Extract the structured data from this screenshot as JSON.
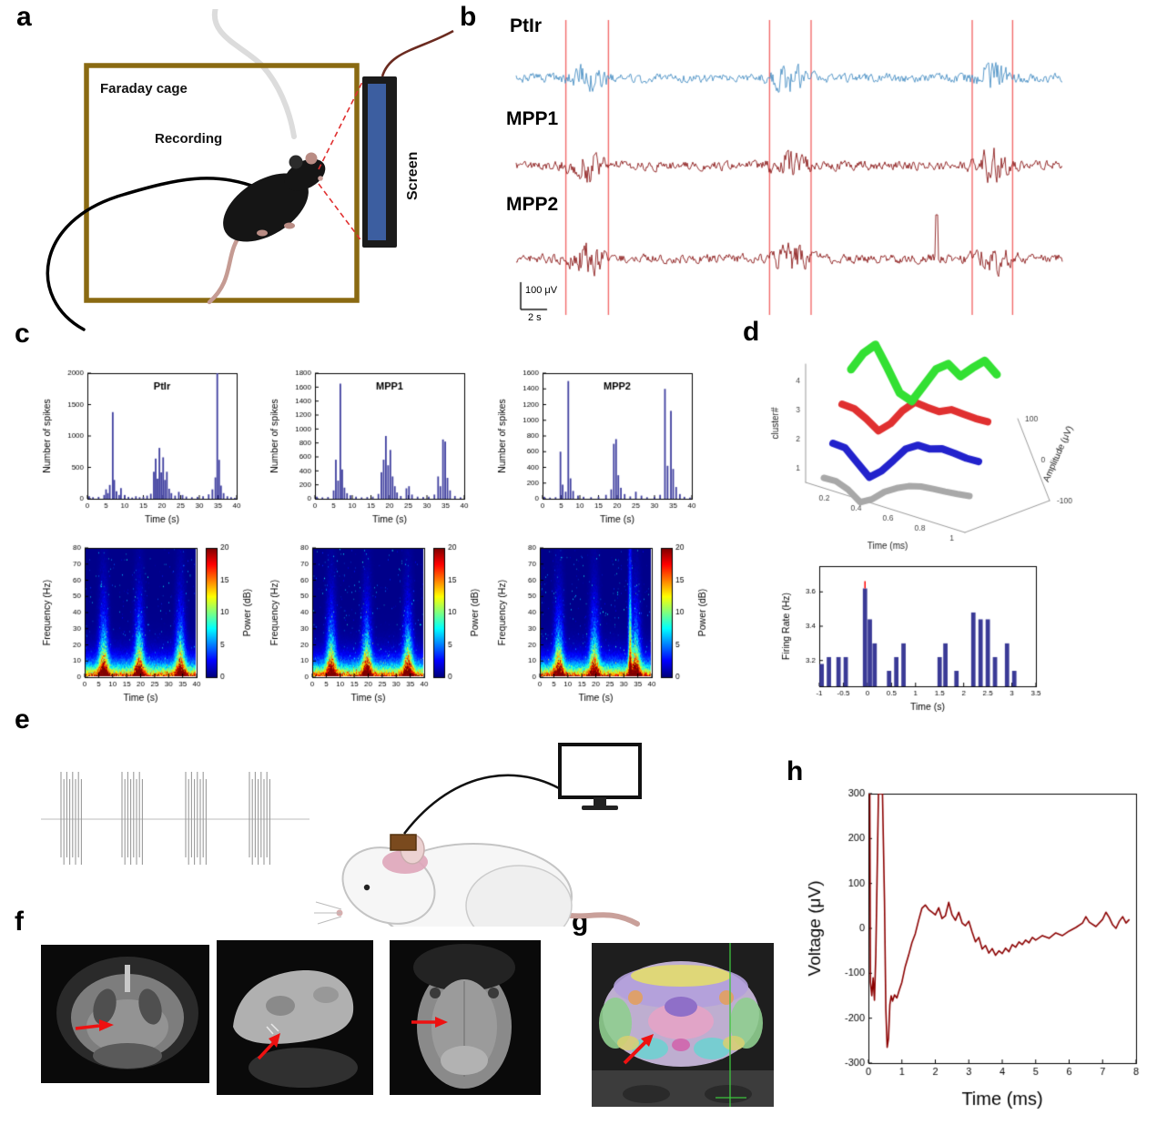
{
  "panels": {
    "a": {
      "tag": "a",
      "cage_label": "Faraday cage",
      "recording_label": "Recording",
      "screen_label": "Screen"
    },
    "b": {
      "tag": "b",
      "trace_labels": [
        "PtIr",
        "MPP1",
        "MPP2"
      ],
      "scale_voltage": "100 μV",
      "scale_time": "2 s"
    },
    "c": {
      "tag": "c"
    },
    "d": {
      "tag": "d"
    },
    "e": {
      "tag": "e",
      "pulse_centers": [
        48,
        115,
        185,
        255
      ]
    },
    "f": {
      "tag": "f"
    },
    "g": {
      "tag": "g"
    },
    "h": {
      "tag": "h"
    }
  },
  "chart_data": [
    {
      "id": "raw_traces",
      "type": "line",
      "description": "Raw extracellular recordings with visual stimulation events",
      "traces": [
        {
          "name": "PtIr",
          "color": "#4a90c4",
          "seed": 101
        },
        {
          "name": "MPP1",
          "color": "#8b1a1a",
          "seed": 202
        },
        {
          "name": "MPP2",
          "color": "#8b1a1a",
          "seed": 303,
          "solo_spike_frac": 0.77
        }
      ],
      "event_line_fracs": [
        0.091,
        0.169,
        0.464,
        0.54,
        0.835,
        0.909
      ],
      "burst_fracs": [
        0.13,
        0.5,
        0.872
      ],
      "burst_gain": 2.8,
      "event_color": "#f26a6a",
      "scale_voltage": "100 μV",
      "scale_time": "2 s"
    },
    {
      "id": "spikes_ptir",
      "type": "bar",
      "title": "PtIr",
      "xlabel": "Time (s)",
      "ylabel": "Number of spikes",
      "xlim": [
        0,
        40
      ],
      "ylim": [
        0,
        2000
      ],
      "xticks": [
        0,
        5,
        10,
        15,
        20,
        25,
        30,
        35,
        40
      ],
      "yticks": [
        0,
        500,
        1000,
        1500,
        2000
      ],
      "bar_color": "#3f3f9f",
      "bars": [
        [
          0.5,
          40
        ],
        [
          1.5,
          25
        ],
        [
          3,
          30
        ],
        [
          4.5,
          60
        ],
        [
          5,
          150
        ],
        [
          5.5,
          90
        ],
        [
          6,
          220
        ],
        [
          6.8,
          1380
        ],
        [
          7.2,
          300
        ],
        [
          7.8,
          120
        ],
        [
          8.5,
          60
        ],
        [
          9,
          170
        ],
        [
          10,
          60
        ],
        [
          11,
          30
        ],
        [
          12,
          20
        ],
        [
          13,
          40
        ],
        [
          14,
          25
        ],
        [
          15,
          30
        ],
        [
          16,
          50
        ],
        [
          17,
          80
        ],
        [
          17.8,
          430
        ],
        [
          18.3,
          640
        ],
        [
          18.8,
          320
        ],
        [
          19.3,
          810
        ],
        [
          19.8,
          420
        ],
        [
          20.3,
          660
        ],
        [
          20.8,
          300
        ],
        [
          21.3,
          430
        ],
        [
          21.9,
          160
        ],
        [
          22.5,
          90
        ],
        [
          23.5,
          50
        ],
        [
          24.5,
          110
        ],
        [
          25.5,
          60
        ],
        [
          26.5,
          35
        ],
        [
          28,
          25
        ],
        [
          29.5,
          30
        ],
        [
          31,
          40
        ],
        [
          32.5,
          70
        ],
        [
          33.5,
          150
        ],
        [
          34.3,
          340
        ],
        [
          34.8,
          2000
        ],
        [
          35.3,
          620
        ],
        [
          35.8,
          210
        ],
        [
          36.5,
          90
        ],
        [
          37.5,
          40
        ],
        [
          38.5,
          25
        ],
        [
          39.5,
          15
        ]
      ]
    },
    {
      "id": "spikes_mpp1",
      "type": "bar",
      "title": "MPP1",
      "xlabel": "Time (s)",
      "ylabel": "Number of spikes",
      "xlim": [
        0,
        40
      ],
      "ylim": [
        0,
        1800
      ],
      "xticks": [
        0,
        5,
        10,
        15,
        20,
        25,
        30,
        35,
        40
      ],
      "yticks": [
        0,
        200,
        400,
        600,
        800,
        1000,
        1200,
        1400,
        1600,
        1800
      ],
      "bar_color": "#3f3f9f",
      "bars": [
        [
          0.5,
          30
        ],
        [
          2,
          20
        ],
        [
          3.5,
          25
        ],
        [
          5,
          120
        ],
        [
          5.6,
          560
        ],
        [
          6.2,
          260
        ],
        [
          6.8,
          1650
        ],
        [
          7.3,
          420
        ],
        [
          7.9,
          160
        ],
        [
          8.6,
          80
        ],
        [
          9.5,
          50
        ],
        [
          11,
          30
        ],
        [
          12.5,
          20
        ],
        [
          14,
          25
        ],
        [
          15.5,
          30
        ],
        [
          17,
          70
        ],
        [
          17.8,
          380
        ],
        [
          18.4,
          560
        ],
        [
          19,
          900
        ],
        [
          19.6,
          480
        ],
        [
          20.2,
          700
        ],
        [
          20.8,
          320
        ],
        [
          21.4,
          180
        ],
        [
          22,
          90
        ],
        [
          23,
          40
        ],
        [
          24.5,
          150
        ],
        [
          25.2,
          180
        ],
        [
          26,
          60
        ],
        [
          27.5,
          30
        ],
        [
          29,
          25
        ],
        [
          30.5,
          30
        ],
        [
          32,
          60
        ],
        [
          33,
          320
        ],
        [
          33.6,
          180
        ],
        [
          34.3,
          850
        ],
        [
          34.9,
          820
        ],
        [
          35.5,
          300
        ],
        [
          36.2,
          120
        ],
        [
          37.5,
          40
        ],
        [
          39,
          20
        ]
      ]
    },
    {
      "id": "spikes_mpp2",
      "type": "bar",
      "title": "MPP2",
      "xlabel": "Time (s)",
      "ylabel": "Number of spikes",
      "xlim": [
        0,
        40
      ],
      "ylim": [
        0,
        1600
      ],
      "xticks": [
        0,
        5,
        10,
        15,
        20,
        25,
        30,
        35,
        40
      ],
      "yticks": [
        0,
        200,
        400,
        600,
        800,
        1000,
        1200,
        1400,
        1600
      ],
      "bar_color": "#3f3f9f",
      "bars": [
        [
          0.5,
          25
        ],
        [
          2,
          15
        ],
        [
          3.5,
          20
        ],
        [
          4.8,
          600
        ],
        [
          5.4,
          180
        ],
        [
          6.2,
          90
        ],
        [
          6.9,
          1500
        ],
        [
          7.5,
          260
        ],
        [
          8.2,
          100
        ],
        [
          9.5,
          40
        ],
        [
          11,
          25
        ],
        [
          13,
          20
        ],
        [
          15,
          25
        ],
        [
          17,
          50
        ],
        [
          18.4,
          120
        ],
        [
          19.1,
          700
        ],
        [
          19.7,
          760
        ],
        [
          20.3,
          300
        ],
        [
          21,
          140
        ],
        [
          22,
          60
        ],
        [
          23.5,
          30
        ],
        [
          25,
          90
        ],
        [
          26.5,
          40
        ],
        [
          28,
          20
        ],
        [
          30,
          25
        ],
        [
          31.5,
          50
        ],
        [
          32.8,
          1400
        ],
        [
          33.5,
          420
        ],
        [
          34.4,
          1120
        ],
        [
          35,
          380
        ],
        [
          35.8,
          150
        ],
        [
          36.8,
          60
        ],
        [
          38,
          25
        ],
        [
          39.5,
          15
        ]
      ]
    },
    {
      "id": "spec_ptir",
      "type": "heatmap",
      "xlabel": "Time (s)",
      "ylabel": "Frequency (Hz)",
      "colorbar_label": "Power (dB)",
      "xlim": [
        0,
        40
      ],
      "ylim": [
        0,
        80
      ],
      "clim": [
        0,
        20
      ],
      "xticks": [
        0,
        5,
        10,
        15,
        20,
        25,
        30,
        35,
        40
      ],
      "yticks": [
        0,
        10,
        20,
        30,
        40,
        50,
        60,
        70,
        80
      ],
      "colorbar_ticks": [
        0,
        5,
        10,
        15,
        20
      ],
      "burst_centers": [
        6.5,
        19.5,
        34.5
      ],
      "seed": 11
    },
    {
      "id": "spec_mpp1",
      "type": "heatmap",
      "xlabel": "Time (s)",
      "ylabel": "Frequency (Hz)",
      "colorbar_label": "Power (dB)",
      "xlim": [
        0,
        40
      ],
      "ylim": [
        0,
        80
      ],
      "clim": [
        0,
        20
      ],
      "xticks": [
        0,
        5,
        10,
        15,
        20,
        25,
        30,
        35,
        40
      ],
      "yticks": [
        0,
        10,
        20,
        30,
        40,
        50,
        60,
        70,
        80
      ],
      "colorbar_ticks": [
        0,
        5,
        10,
        15,
        20
      ],
      "burst_centers": [
        6.5,
        19.5,
        34.5
      ],
      "seed": 23
    },
    {
      "id": "spec_mpp2",
      "type": "heatmap",
      "xlabel": "Time (s)",
      "ylabel": "Frequency (Hz)",
      "colorbar_label": "Power (dB)",
      "xlim": [
        0,
        40
      ],
      "ylim": [
        0,
        80
      ],
      "clim": [
        0,
        20
      ],
      "xticks": [
        0,
        5,
        10,
        15,
        20,
        25,
        30,
        35,
        40
      ],
      "yticks": [
        0,
        10,
        20,
        30,
        40,
        50,
        60,
        70,
        80
      ],
      "colorbar_ticks": [
        0,
        5,
        10,
        15,
        20
      ],
      "burst_centers": [
        6.5,
        19.5,
        34.5
      ],
      "extra_streak": 32.5,
      "seed": 37
    },
    {
      "id": "clusters3d",
      "type": "line",
      "subtype": "3d-waveforms",
      "xlabel": "Time (ms)",
      "amp_label": "Amplitude (μV)",
      "cluster_label": "cluster#",
      "time_ticks": [
        0.2,
        0.4,
        0.6,
        0.8,
        1
      ],
      "amp_ticks": [
        100,
        0,
        -100
      ],
      "cluster_ticks": [
        1,
        2,
        3,
        4
      ],
      "clusters": [
        {
          "cluster": 1,
          "color": "#a8a8a8",
          "wave": [
            0,
            -6,
            -30,
            -68,
            -52,
            -22,
            -4,
            8,
            12,
            9,
            5,
            2,
            0
          ]
        },
        {
          "cluster": 2,
          "color": "#2222cc",
          "wave": [
            6,
            -4,
            -50,
            -95,
            -68,
            -26,
            18,
            36,
            28,
            34,
            24,
            12,
            6
          ]
        },
        {
          "cluster": 3,
          "color": "#e03030",
          "wave": [
            28,
            18,
            -12,
            -48,
            -18,
            32,
            66,
            54,
            44,
            56,
            46,
            36,
            30
          ]
        },
        {
          "cluster": 4,
          "color": "#33e033",
          "wave": [
            35,
            95,
            130,
            55,
            -25,
            -48,
            12,
            72,
            95,
            58,
            92,
            122,
            80
          ]
        }
      ]
    },
    {
      "id": "firing_rate",
      "type": "bar",
      "xlabel": "Time (s)",
      "ylabel": "Firing Rate (Hz)",
      "xlim": [
        -1,
        3.5
      ],
      "ylim": [
        3.05,
        3.75
      ],
      "xticks": [
        -1,
        -0.5,
        0,
        0.5,
        1,
        1.5,
        2,
        2.5,
        3,
        3.5
      ],
      "yticks": [
        3.2,
        3.4,
        3.6
      ],
      "bar_color": "#3a3a96",
      "bar_width": 0.09,
      "baseline": 3.05,
      "bars": [
        [
          -0.95,
          3.18
        ],
        [
          -0.8,
          3.22
        ],
        [
          -0.6,
          3.22
        ],
        [
          -0.45,
          3.22
        ],
        [
          -0.05,
          3.62
        ],
        [
          0.05,
          3.44
        ],
        [
          0.15,
          3.3
        ],
        [
          0.45,
          3.14
        ],
        [
          0.6,
          3.22
        ],
        [
          0.75,
          3.3
        ],
        [
          1.5,
          3.22
        ],
        [
          1.62,
          3.3
        ],
        [
          1.85,
          3.14
        ],
        [
          2.2,
          3.48
        ],
        [
          2.35,
          3.44
        ],
        [
          2.5,
          3.44
        ],
        [
          2.65,
          3.22
        ],
        [
          2.9,
          3.3
        ],
        [
          3.05,
          3.14
        ]
      ],
      "highlight": {
        "x": -0.05,
        "top": 3.62,
        "color": "#ff0000"
      }
    },
    {
      "id": "evoked",
      "type": "line",
      "xlabel": "Time (ms)",
      "ylabel": "Voltage (μV)",
      "color": "#8b0000",
      "xlim": [
        0,
        8
      ],
      "ylim": [
        -300,
        300
      ],
      "xticks": [
        0,
        1,
        2,
        3,
        4,
        5,
        6,
        7,
        8
      ],
      "yticks": [
        -300,
        -200,
        -100,
        0,
        100,
        200,
        300
      ],
      "points": [
        [
          0,
          300
        ],
        [
          0.04,
          300
        ],
        [
          0.06,
          -120
        ],
        [
          0.1,
          -150
        ],
        [
          0.14,
          -110
        ],
        [
          0.18,
          -160
        ],
        [
          0.22,
          -60
        ],
        [
          0.26,
          120
        ],
        [
          0.3,
          300
        ],
        [
          0.42,
          300
        ],
        [
          0.48,
          60
        ],
        [
          0.52,
          -180
        ],
        [
          0.56,
          -265
        ],
        [
          0.6,
          -245
        ],
        [
          0.64,
          -170
        ],
        [
          0.68,
          -150
        ],
        [
          0.72,
          -162
        ],
        [
          0.78,
          -148
        ],
        [
          0.85,
          -155
        ],
        [
          0.92,
          -138
        ],
        [
          1,
          -120
        ],
        [
          1.1,
          -85
        ],
        [
          1.2,
          -60
        ],
        [
          1.3,
          -32
        ],
        [
          1.4,
          -12
        ],
        [
          1.5,
          18
        ],
        [
          1.6,
          45
        ],
        [
          1.7,
          52
        ],
        [
          1.8,
          42
        ],
        [
          1.9,
          36
        ],
        [
          2,
          30
        ],
        [
          2.1,
          46
        ],
        [
          2.2,
          22
        ],
        [
          2.3,
          28
        ],
        [
          2.4,
          58
        ],
        [
          2.5,
          30
        ],
        [
          2.6,
          18
        ],
        [
          2.7,
          36
        ],
        [
          2.8,
          12
        ],
        [
          2.9,
          6
        ],
        [
          3,
          16
        ],
        [
          3.1,
          -8
        ],
        [
          3.2,
          -30
        ],
        [
          3.3,
          -20
        ],
        [
          3.4,
          -46
        ],
        [
          3.5,
          -38
        ],
        [
          3.6,
          -55
        ],
        [
          3.7,
          -45
        ],
        [
          3.8,
          -60
        ],
        [
          3.9,
          -50
        ],
        [
          4,
          -56
        ],
        [
          4.1,
          -44
        ],
        [
          4.2,
          -52
        ],
        [
          4.3,
          -36
        ],
        [
          4.4,
          -42
        ],
        [
          4.5,
          -30
        ],
        [
          4.6,
          -36
        ],
        [
          4.7,
          -26
        ],
        [
          4.8,
          -32
        ],
        [
          4.9,
          -20
        ],
        [
          5,
          -26
        ],
        [
          5.2,
          -16
        ],
        [
          5.4,
          -22
        ],
        [
          5.6,
          -10
        ],
        [
          5.8,
          -16
        ],
        [
          6,
          -6
        ],
        [
          6.2,
          2
        ],
        [
          6.4,
          12
        ],
        [
          6.5,
          26
        ],
        [
          6.6,
          14
        ],
        [
          6.8,
          4
        ],
        [
          7,
          20
        ],
        [
          7.1,
          36
        ],
        [
          7.2,
          24
        ],
        [
          7.3,
          8
        ],
        [
          7.4,
          0
        ],
        [
          7.5,
          16
        ],
        [
          7.6,
          26
        ],
        [
          7.7,
          12
        ],
        [
          7.8,
          20
        ]
      ]
    }
  ]
}
